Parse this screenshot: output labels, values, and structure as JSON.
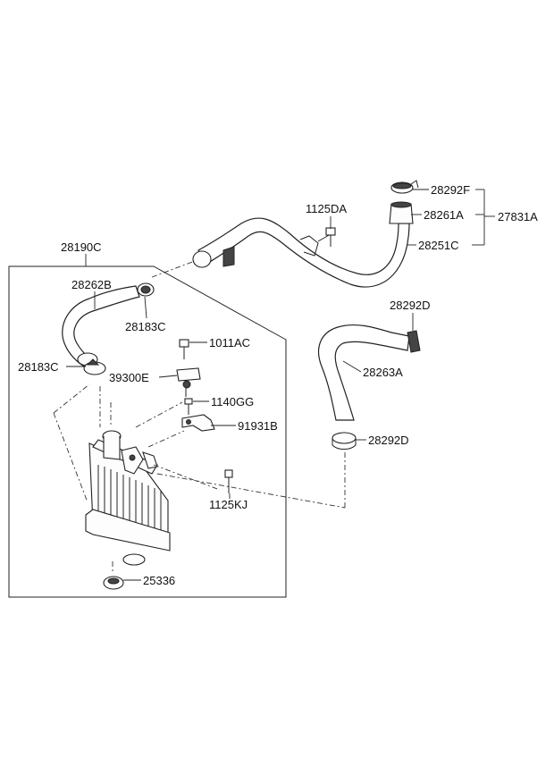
{
  "labels": {
    "p28190C": "28190C",
    "p28262B": "28262B",
    "p28183C_top": "28183C",
    "p28183C_left": "28183C",
    "p1011AC": "1011AC",
    "p39300E": "39300E",
    "p1140GG": "1140GG",
    "p91931B": "91931B",
    "p1125KJ": "1125KJ",
    "p25336": "25336",
    "p1125DA": "1125DA",
    "p28292F": "28292F",
    "p28261A": "28261A",
    "p27831A": "27831A",
    "p28251C": "28251C",
    "p28292D_top": "28292D",
    "p28263A": "28263A",
    "p28292D_bottom": "28292D"
  }
}
